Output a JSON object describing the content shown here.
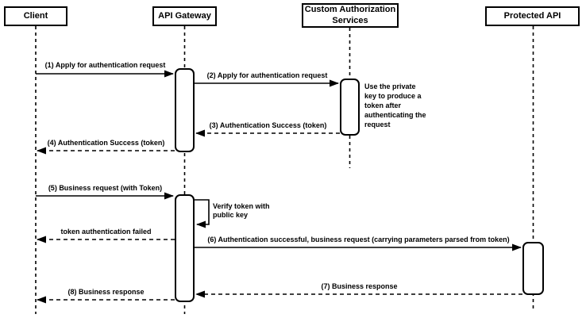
{
  "diagram": {
    "type": "uml-sequence-diagram",
    "colors": {
      "stroke": "#000000",
      "fill": "#ffffff",
      "background": "#ffffff"
    },
    "participants": [
      {
        "label": "Client"
      },
      {
        "label": "API Gateway"
      },
      {
        "label": "Custom Authorization Services"
      },
      {
        "label": "Protected API"
      }
    ],
    "messages": [
      {
        "label": "(1) Apply for authentication request",
        "style": "solid",
        "from": "Client",
        "to": "API Gateway"
      },
      {
        "label": "(2) Apply for authentication request",
        "style": "solid",
        "from": "API Gateway",
        "to": "Custom Authorization Services"
      },
      {
        "label": "(3) Authentication Success (token)",
        "style": "dashed",
        "from": "Custom Authorization Services",
        "to": "API Gateway"
      },
      {
        "label": "(4) Authentication Success (token)",
        "style": "dashed",
        "from": "API Gateway",
        "to": "Client"
      },
      {
        "label": "(5) Business request (with Token)",
        "style": "solid",
        "from": "Client",
        "to": "API Gateway"
      },
      {
        "label": "Verify token with public key",
        "style": "self",
        "from": "API Gateway",
        "to": "API Gateway"
      },
      {
        "label": "token authentication failed",
        "style": "dashed",
        "from": "API Gateway",
        "to": "Client"
      },
      {
        "label": "(6) Authentication successful, business request (carrying parameters parsed from token)",
        "style": "solid",
        "from": "API Gateway",
        "to": "Protected API"
      },
      {
        "label": "(7) Business response",
        "style": "dashed",
        "from": "Protected API",
        "to": "API Gateway"
      },
      {
        "label": "(8) Business response",
        "style": "dashed",
        "from": "API Gateway",
        "to": "Client"
      }
    ],
    "note": {
      "text": "Use the private key to produce a token after authenticating the request"
    }
  }
}
